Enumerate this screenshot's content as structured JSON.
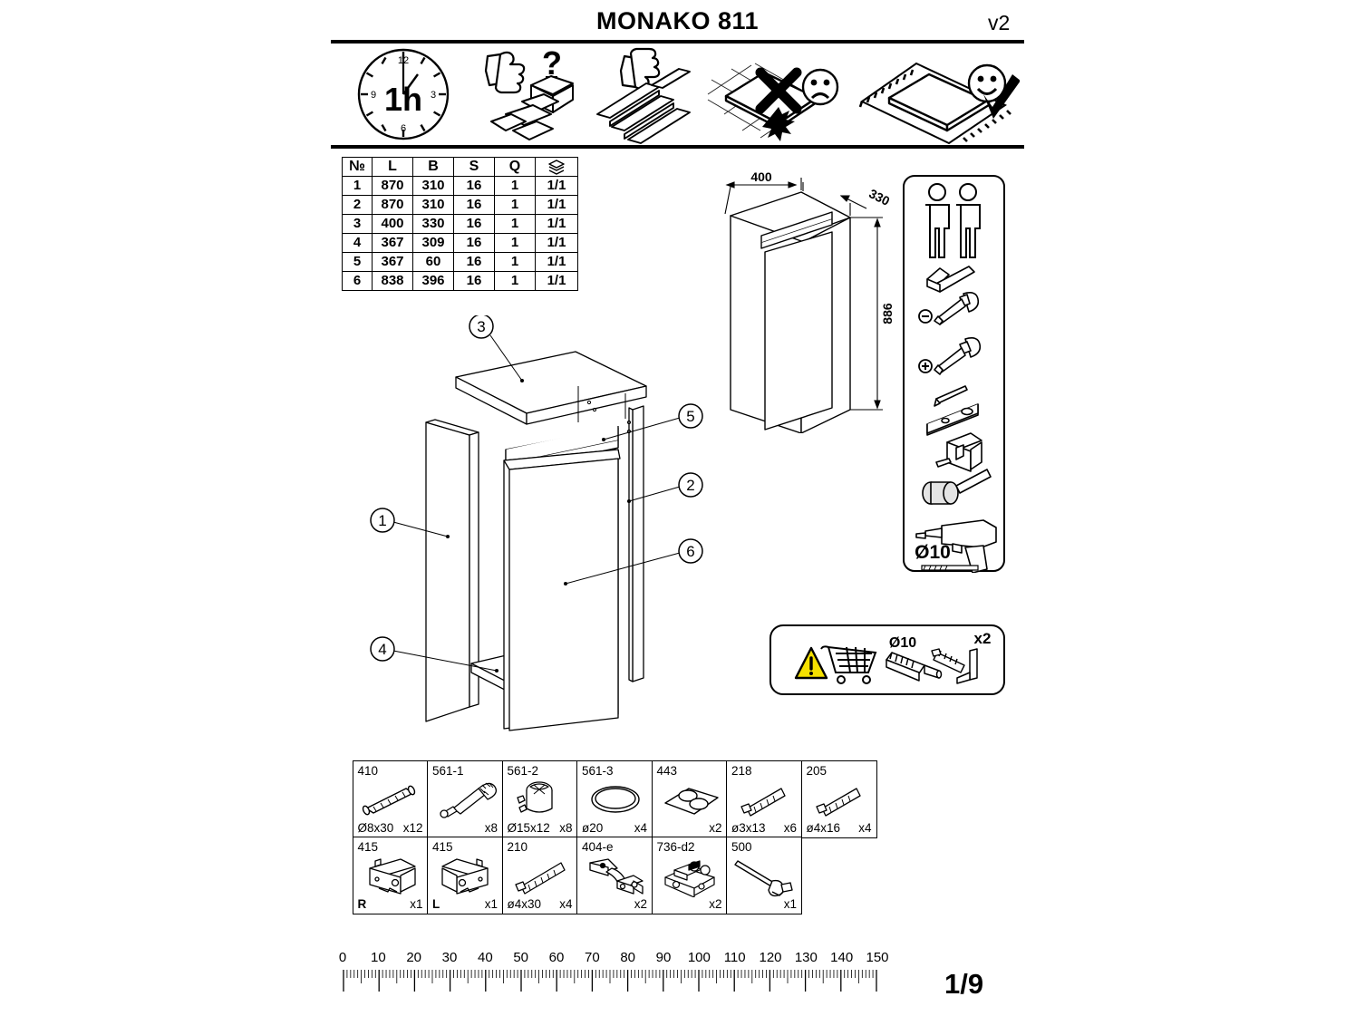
{
  "header": {
    "title": "MONAKO 811",
    "version": "v2"
  },
  "pictograms": [
    {
      "name": "assembly-time-clock",
      "label": "1h",
      "marks": [
        "12",
        "3",
        "6",
        "9"
      ]
    },
    {
      "name": "do-not-unpack-alone",
      "label": ""
    },
    {
      "name": "sort-parts-correctly",
      "label": ""
    },
    {
      "name": "no-hard-floor-warning",
      "label": ""
    },
    {
      "name": "use-soft-surface-ok",
      "label": ""
    }
  ],
  "parts_table": {
    "headers": [
      "№",
      "L",
      "B",
      "S",
      "Q",
      "stack-icon"
    ],
    "rows": [
      {
        "no": "1",
        "L": "870",
        "B": "310",
        "S": "16",
        "Q": "1",
        "pack": "1/1"
      },
      {
        "no": "2",
        "L": "870",
        "B": "310",
        "S": "16",
        "Q": "1",
        "pack": "1/1"
      },
      {
        "no": "3",
        "L": "400",
        "B": "330",
        "S": "16",
        "Q": "1",
        "pack": "1/1"
      },
      {
        "no": "4",
        "L": "367",
        "B": "309",
        "S": "16",
        "Q": "1",
        "pack": "1/1"
      },
      {
        "no": "5",
        "L": "367",
        "B": "60",
        "S": "16",
        "Q": "1",
        "pack": "1/1"
      },
      {
        "no": "6",
        "L": "838",
        "B": "396",
        "S": "16",
        "Q": "1",
        "pack": "1/1"
      }
    ]
  },
  "cabinet_dimensions": {
    "width": "400",
    "depth": "330",
    "height": "886"
  },
  "exploded_view": {
    "callouts": [
      "1",
      "2",
      "3",
      "4",
      "5",
      "6"
    ]
  },
  "tools_panel": {
    "people_count": 2,
    "drill_bit": "Ø10",
    "items": [
      "two-people",
      "hammer",
      "flathead-screwdriver",
      "phillips-screwdriver",
      "awl",
      "spirit-level",
      "tape-measure",
      "rubber-mallet",
      "power-drill"
    ]
  },
  "wall_fixing_note": {
    "drill": "Ø10",
    "quantity": "x2",
    "icons": [
      "warning-triangle",
      "shopping-cart",
      "wall-plug",
      "screw",
      "wall-hook"
    ]
  },
  "hardware": {
    "rows": [
      [
        {
          "code": "410",
          "icon": "wooden-dowel",
          "size": "Ø8x30",
          "qty": "x12"
        },
        {
          "code": "561-1",
          "icon": "cam-bolt",
          "size": "",
          "qty": "x8"
        },
        {
          "code": "561-2",
          "icon": "cam-lock",
          "size": "Ø15x12",
          "qty": "x8"
        },
        {
          "code": "561-3",
          "icon": "cover-ring",
          "size": "ø20",
          "qty": "x4"
        },
        {
          "code": "443",
          "icon": "cover-cap-sheet",
          "size": "",
          "qty": "x2"
        },
        {
          "code": "218",
          "icon": "small-screw",
          "size": "ø3x13",
          "qty": "x6"
        },
        {
          "code": "205",
          "icon": "wood-screw",
          "size": "ø4x16",
          "qty": "x4"
        }
      ],
      [
        {
          "code": "415",
          "icon": "hanger-bracket-right",
          "size": "R",
          "qty": "x1"
        },
        {
          "code": "415",
          "icon": "hanger-bracket-left",
          "size": "L",
          "qty": "x1"
        },
        {
          "code": "210",
          "icon": "long-screw",
          "size": "ø4x30",
          "qty": "x4"
        },
        {
          "code": "404-e",
          "icon": "cabinet-hinge",
          "size": "",
          "qty": "x2"
        },
        {
          "code": "736-d2",
          "icon": "hinge-mounting-plate",
          "size": "",
          "qty": "x2"
        },
        {
          "code": "500",
          "icon": "hanger-rail-hook",
          "size": "",
          "qty": "x1"
        }
      ]
    ]
  },
  "ruler": {
    "ticks": [
      "0",
      "10",
      "20",
      "30",
      "40",
      "50",
      "60",
      "70",
      "80",
      "90",
      "100",
      "110",
      "120",
      "130",
      "140",
      "150"
    ],
    "min": 0,
    "max": 150
  },
  "footer": {
    "page": "1/9"
  },
  "colors": {
    "ink": "#000000",
    "paper": "#ffffff",
    "warning_yellow": "#f5e000"
  }
}
